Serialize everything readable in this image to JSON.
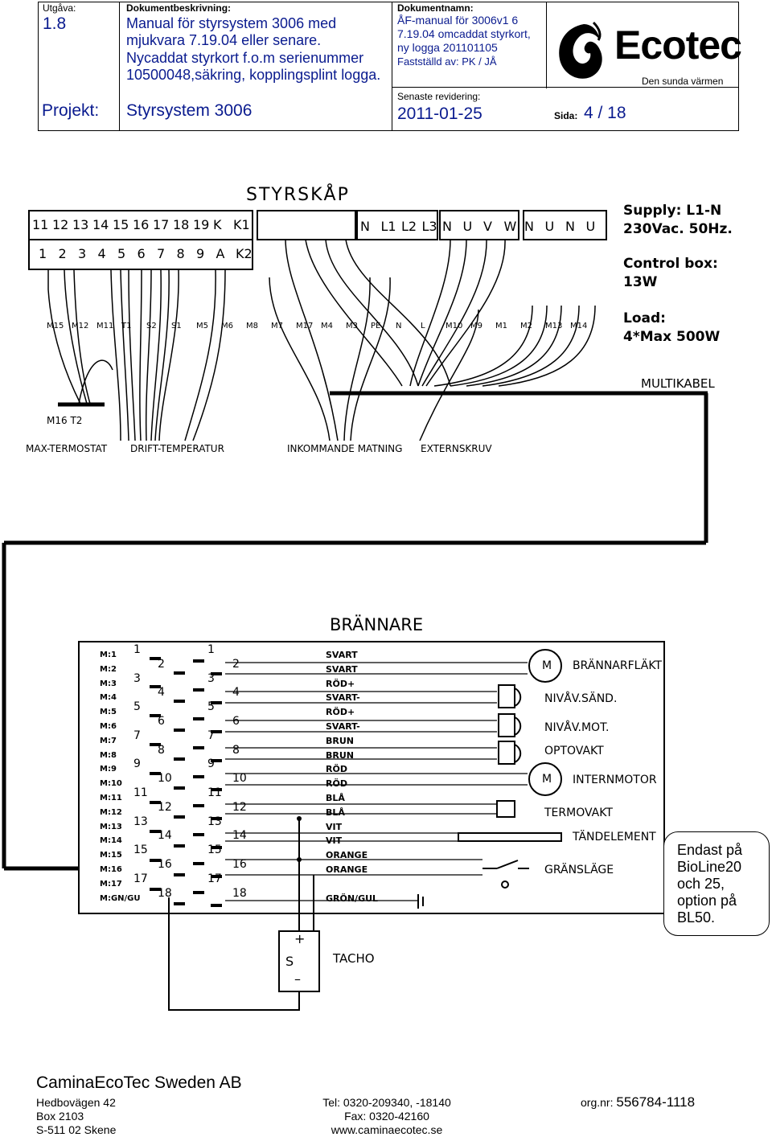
{
  "header": {
    "utgava_label": "Utgåva:",
    "utgava_value": "1.8",
    "beskrivning_label": "Dokumentbeskrivning:",
    "beskrivning_lines": [
      "Manual för styrsystem 3006 med",
      "mjukvara 7.19.04 eller senare.",
      "Nycaddat styrkort f.o.m serienummer",
      "10500048,säkring, kopplingsplint logga."
    ],
    "projekt_label": "Projekt:",
    "projekt_value": "Styrsystem 3006",
    "dokumentnamn_label": "Dokumentnamn:",
    "dokumentnamn_lines": [
      "ÅF-manual för 3006v1 6",
      "7.19.04 omcaddat styrkort,",
      "ny logga 201101105"
    ],
    "faststalld": "Fastställd av: PK / JÅ",
    "revidering_label": "Senaste revidering:",
    "revidering_value": "2011-01-25",
    "sida_label": "Sida:",
    "sida_value": "4 / 18",
    "logo_text": "Ecotec",
    "logo_tagline": "Den sunda värmen"
  },
  "diagram": {
    "styrskap_title": "STYRSKÅP",
    "terminals_top": [
      "11",
      "12",
      "13",
      "14",
      "15",
      "16",
      "17",
      "18",
      "19",
      "K",
      "K1"
    ],
    "terminals_bottom": [
      "1",
      "2",
      "3",
      "4",
      "5",
      "6",
      "7",
      "8",
      "9",
      "A",
      "K2"
    ],
    "terminals_mains": [
      "N",
      "L1",
      "L2",
      "L3",
      "N",
      "U",
      "V",
      "W",
      "N",
      "U",
      "N",
      "U"
    ],
    "wire_labels": [
      "M15",
      "M12",
      "M11",
      "T1",
      "S2",
      "S1",
      "M5",
      "M6",
      "M8",
      "M7",
      "M17",
      "M4",
      "M3",
      "PE",
      "N",
      "L",
      "M10",
      "M9",
      "M1",
      "M2",
      "M13",
      "M14"
    ],
    "supply": "Supply: L1-N",
    "supply_value": "230Vac. 50Hz.",
    "control_box": "Control box:",
    "control_box_value": "13W",
    "load": "Load:",
    "load_value": "4*Max 500W",
    "multikabel": "MULTIKABEL",
    "m16_t2": "M16  T2",
    "bottom_labels": [
      "MAX-TERMOSTAT",
      "DRIFT-TEMPERATUR",
      "INKOMMANDE MATNING",
      "EXTERNSKRUV"
    ],
    "brannare_title": "BRÄNNARE",
    "m_labels": [
      "M:1",
      "M:2",
      "M:3",
      "M:4",
      "M:5",
      "M:6",
      "M:7",
      "M:8",
      "M:9",
      "M:10",
      "M:11",
      "M:12",
      "M:13",
      "M:14",
      "M:15",
      "M:16",
      "M:17",
      "M:GN/GU"
    ],
    "pin_numbers": [
      "1",
      "2",
      "3",
      "4",
      "5",
      "6",
      "7",
      "8",
      "9",
      "10",
      "11",
      "12",
      "13",
      "14",
      "15",
      "16",
      "17",
      "18"
    ],
    "colors": [
      "SVART",
      "SVART",
      "RÖD+",
      "SVART-",
      "RÖD+",
      "SVART-",
      "BRUN",
      "BRUN",
      "RÖD",
      "RÖD",
      "BLÅ",
      "BLÅ",
      "VIT",
      "VIT",
      "ORANGE",
      "ORANGE",
      "",
      "GRÖN/GUL"
    ],
    "components": [
      "BRÄNNARFLÄKT",
      "NIVÅV.SÄND.",
      "NIVÅV.MOT.",
      "OPTOVAKT",
      "INTERNMOTOR",
      "TERMOVAKT",
      "TÄNDELEMENT",
      "GRÄNSLÄGE"
    ],
    "tacho": "TACHO",
    "tacho_plus": "+",
    "tacho_minus": "–",
    "tacho_s": "S",
    "motor_symbol": "M"
  },
  "callout_lines": [
    "Endast på",
    "BioLine20",
    "och 25,",
    "option på",
    "BL50."
  ],
  "footer": {
    "company": "CaminaEcoTec Sweden AB",
    "address": [
      "Hedbovägen 42",
      "Box 2103",
      "S-511 02 Skene"
    ],
    "contact": [
      "Tel: 0320-209340, -18140",
      "Fax: 0320-42160",
      "www.caminaecotec.se"
    ],
    "orgnr_label": "org.nr:",
    "orgnr_value": "556784-1118"
  }
}
